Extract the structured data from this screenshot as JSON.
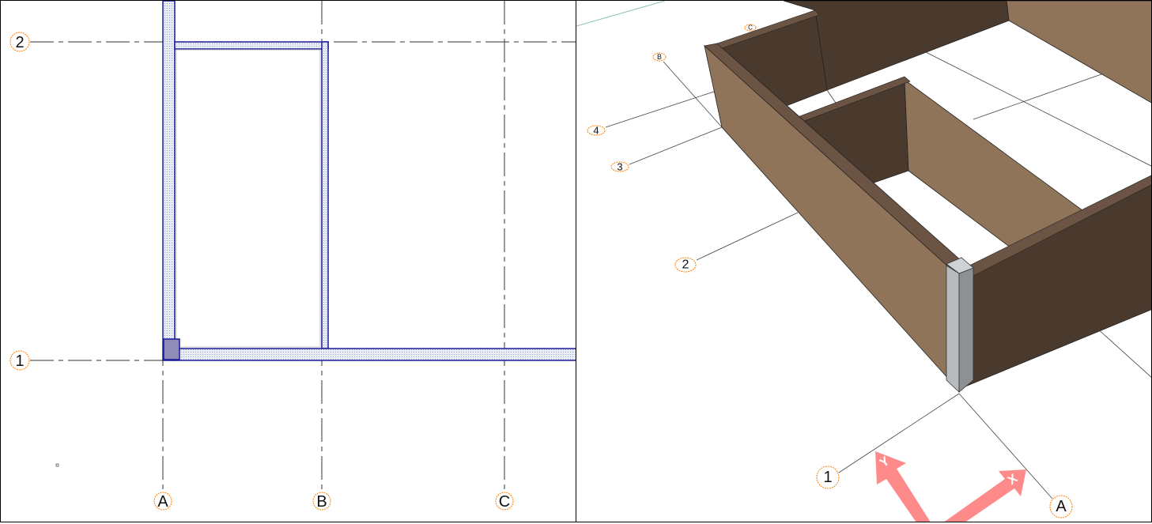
{
  "plan_view": {
    "grid_rows": [
      "2",
      "1"
    ],
    "grid_columns": [
      "A",
      "B",
      "C"
    ]
  },
  "view_3d": {
    "grid_labels_numbers": [
      "4",
      "3",
      "2",
      "1"
    ],
    "grid_labels_letters": [
      "A",
      "B",
      "C"
    ],
    "axis_x_label": "X",
    "axis_y_label": "Y"
  },
  "colors": {
    "wall_outline": "#1a1a9c",
    "grid_bubble": "#ff7f00",
    "wall_light": "#8f7459",
    "wall_dark": "#4a3a2e",
    "axis": "#ff8a8a"
  }
}
